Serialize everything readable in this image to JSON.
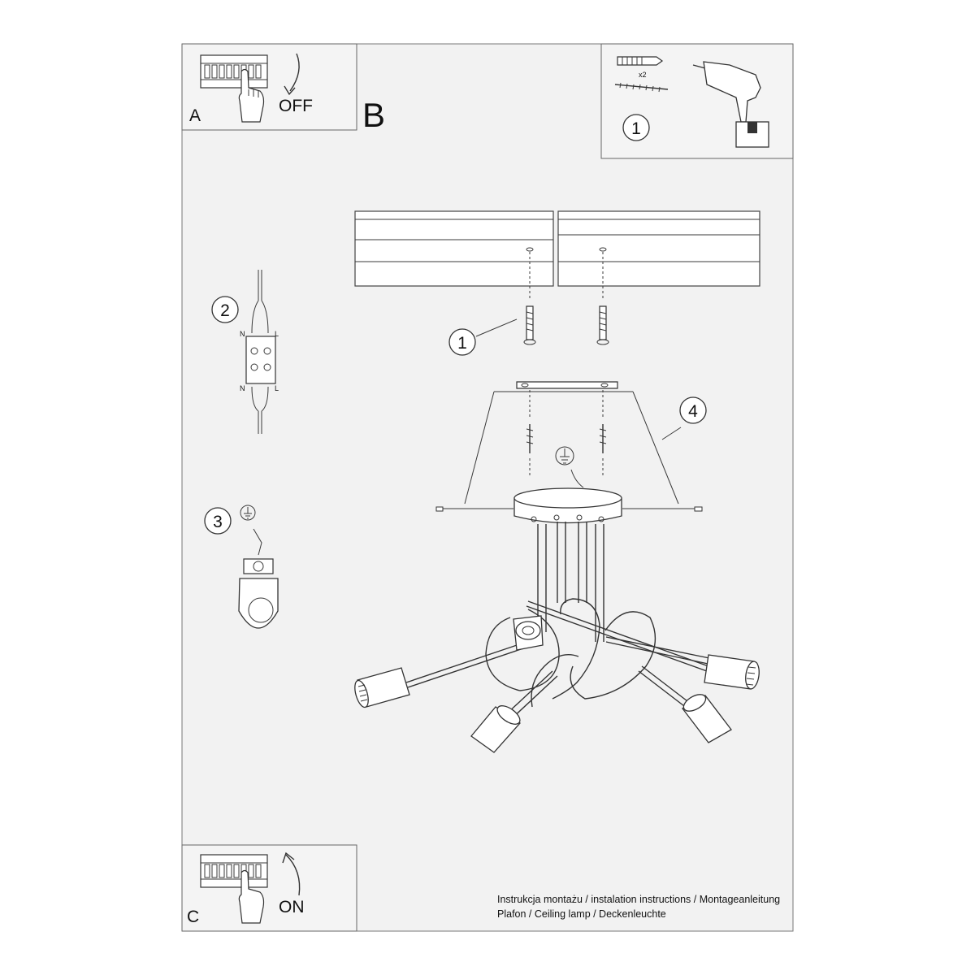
{
  "sections": {
    "a": {
      "letter": "A",
      "action": "OFF"
    },
    "b": {
      "letter": "B"
    },
    "c": {
      "letter": "C",
      "action": "ON"
    }
  },
  "steps": {
    "one_panel": "1",
    "one_main": "1",
    "two": "2",
    "three": "3",
    "four": "4"
  },
  "hardware": {
    "quantity": "x2"
  },
  "wiring": {
    "n_top": "N",
    "l_top": "L",
    "n_bottom": "N",
    "l_bottom": "L"
  },
  "footer": {
    "line1": "Instrukcja montażu / instalation instructions / Montageanleitung",
    "line2": "Plafon / Ceiling lamp / Deckenleuchte"
  }
}
